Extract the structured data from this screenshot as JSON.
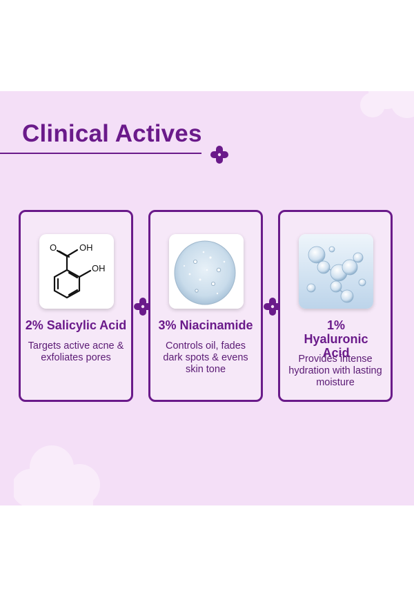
{
  "heading": "Clinical Actives",
  "colors": {
    "brand_purple": "#6a1a8a",
    "panel_background": "#f4dff7",
    "card_background": "#f6e8f8"
  },
  "cards": [
    {
      "title": "2% Salicylic Acid",
      "description": "Targets active acne & exfoliates pores",
      "image_labels": [
        "OH",
        "O",
        "OH"
      ],
      "icon": "salicylic-acid-structure-icon"
    },
    {
      "title": "3% Niacinamide",
      "description": "Controls oil, fades dark spots & evens skin tone",
      "icon": "serum-drop-icon"
    },
    {
      "title": "1% Hyaluronic Acid",
      "description": "Provides intense hydration with lasting moisture",
      "icon": "molecule-bubbles-icon"
    }
  ]
}
